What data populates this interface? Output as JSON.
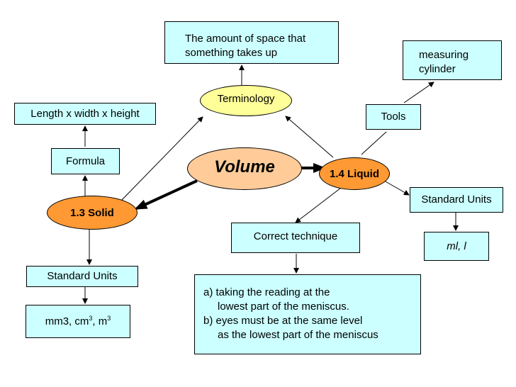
{
  "nodes": {
    "volume": "Volume",
    "solid": "1.3 Solid",
    "liquid": "1.4 Liquid",
    "terminology": "Terminology",
    "definition": [
      "The amount of space that",
      "something takes up"
    ],
    "formula": "Formula",
    "formula_text": "Length x width x height",
    "solid_units": "Standard Units",
    "solid_units_values": {
      "a": "mm3, cm",
      "a_sup": "3",
      "b": ", m",
      "b_sup": "3"
    },
    "tools": "Tools",
    "tools_item": [
      "measuring",
      "cylinder"
    ],
    "liquid_units": "Standard Units",
    "liquid_units_values": "ml, l",
    "technique": "Correct technique",
    "technique_steps": [
      "a) taking the reading at the",
      "lowest part of the meniscus.",
      "b) eyes must be at the same level",
      "as the lowest part of the meniscus"
    ]
  },
  "colors": {
    "box_fill": "#ccffff",
    "solid_liquid_fill": "#ff9933",
    "terminology_fill": "#ffff99",
    "volume_fill": "#ffcc99"
  }
}
